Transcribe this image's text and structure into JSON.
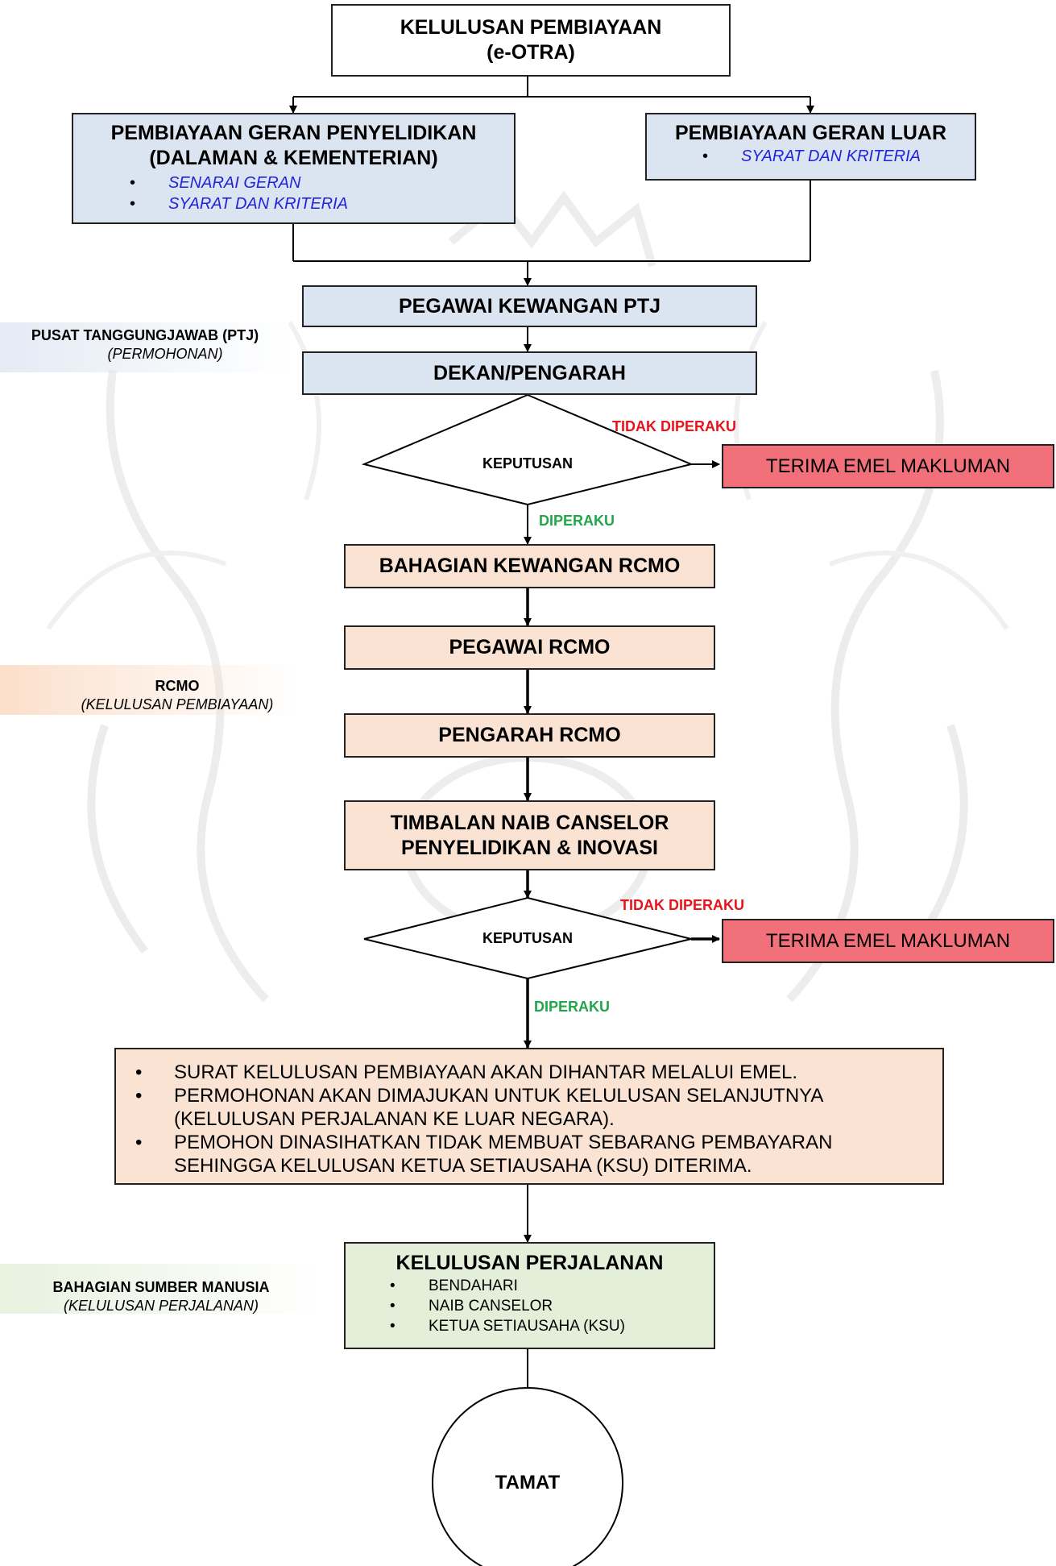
{
  "colors": {
    "blue_box": "#dbe4f1",
    "peach_box": "#fbe3d4",
    "red_box": "#f2707a",
    "green_box": "#e3efd9",
    "approved_label": "#22a54b",
    "rejected_label": "#e8141b",
    "bullet_link": "#2222dd"
  },
  "start": {
    "line1": "KELULUSAN PEMBIAYAAN",
    "line2": "(e-OTRA)"
  },
  "research_grant": {
    "line1": "PEMBIAYAAN GERAN PENYELIDIKAN",
    "line2": "(DALAMAN & KEMENTERIAN)",
    "items": [
      "SENARAI GERAN",
      "SYARAT DAN KRITERIA"
    ]
  },
  "external_grant": {
    "title": "PEMBIAYAAN GERAN LUAR",
    "items": [
      "SYARAT DAN KRITERIA"
    ]
  },
  "steps": {
    "ptj_officer": "PEGAWAI KEWANGAN PTJ",
    "dean": "DEKAN/PENGARAH",
    "rcmo_finance": "BAHAGIAN KEWANGAN RCMO",
    "rcmo_officer": "PEGAWAI RCMO",
    "rcmo_director": "PENGARAH RCMO",
    "tnc_line1": "TIMBALAN NAIB CANSELOR",
    "tnc_line2": "PENYELIDIKAN & INOVASI"
  },
  "decision1": {
    "label": "KEPUTUSAN",
    "rejected": "TIDAK DIPERAKU",
    "approved": "DIPERAKU",
    "reject_box": "TERIMA EMEL MAKLUMAN"
  },
  "decision2": {
    "label": "KEPUTUSAN",
    "rejected": "TIDAK DIPERAKU",
    "approved": "DIPERAKU",
    "reject_box": "TERIMA EMEL MAKLUMAN"
  },
  "notes": [
    "SURAT KELULUSAN PEMBIAYAAN AKAN DIHANTAR MELALUI EMEL.",
    "PERMOHONAN AKAN DIMAJUKAN UNTUK KELULUSAN SELANJUTNYA (KELULUSAN PERJALANAN KE LUAR NEGARA).",
    "PEMOHON DINASIHATKAN TIDAK MEMBUAT SEBARANG PEMBAYARAN SEHINGGA KELULUSAN KETUA SETIAUSAHA (KSU) DITERIMA."
  ],
  "travel": {
    "title": "KELULUSAN PERJALANAN",
    "items": [
      "BENDAHARI",
      "NAIB CANSELOR",
      "KETUA SETIAUSAHA (KSU)"
    ]
  },
  "end": "TAMAT",
  "lanes": {
    "ptj": {
      "title": "PUSAT TANGGUNGJAWAB (PTJ)",
      "sub": "(PERMOHONAN)"
    },
    "rcmo": {
      "title": "RCMO",
      "sub": "(KELULUSAN PEMBIAYAAN)"
    },
    "hr": {
      "title": "BAHAGIAN SUMBER MANUSIA",
      "sub": "(KELULUSAN PERJALANAN)"
    }
  }
}
